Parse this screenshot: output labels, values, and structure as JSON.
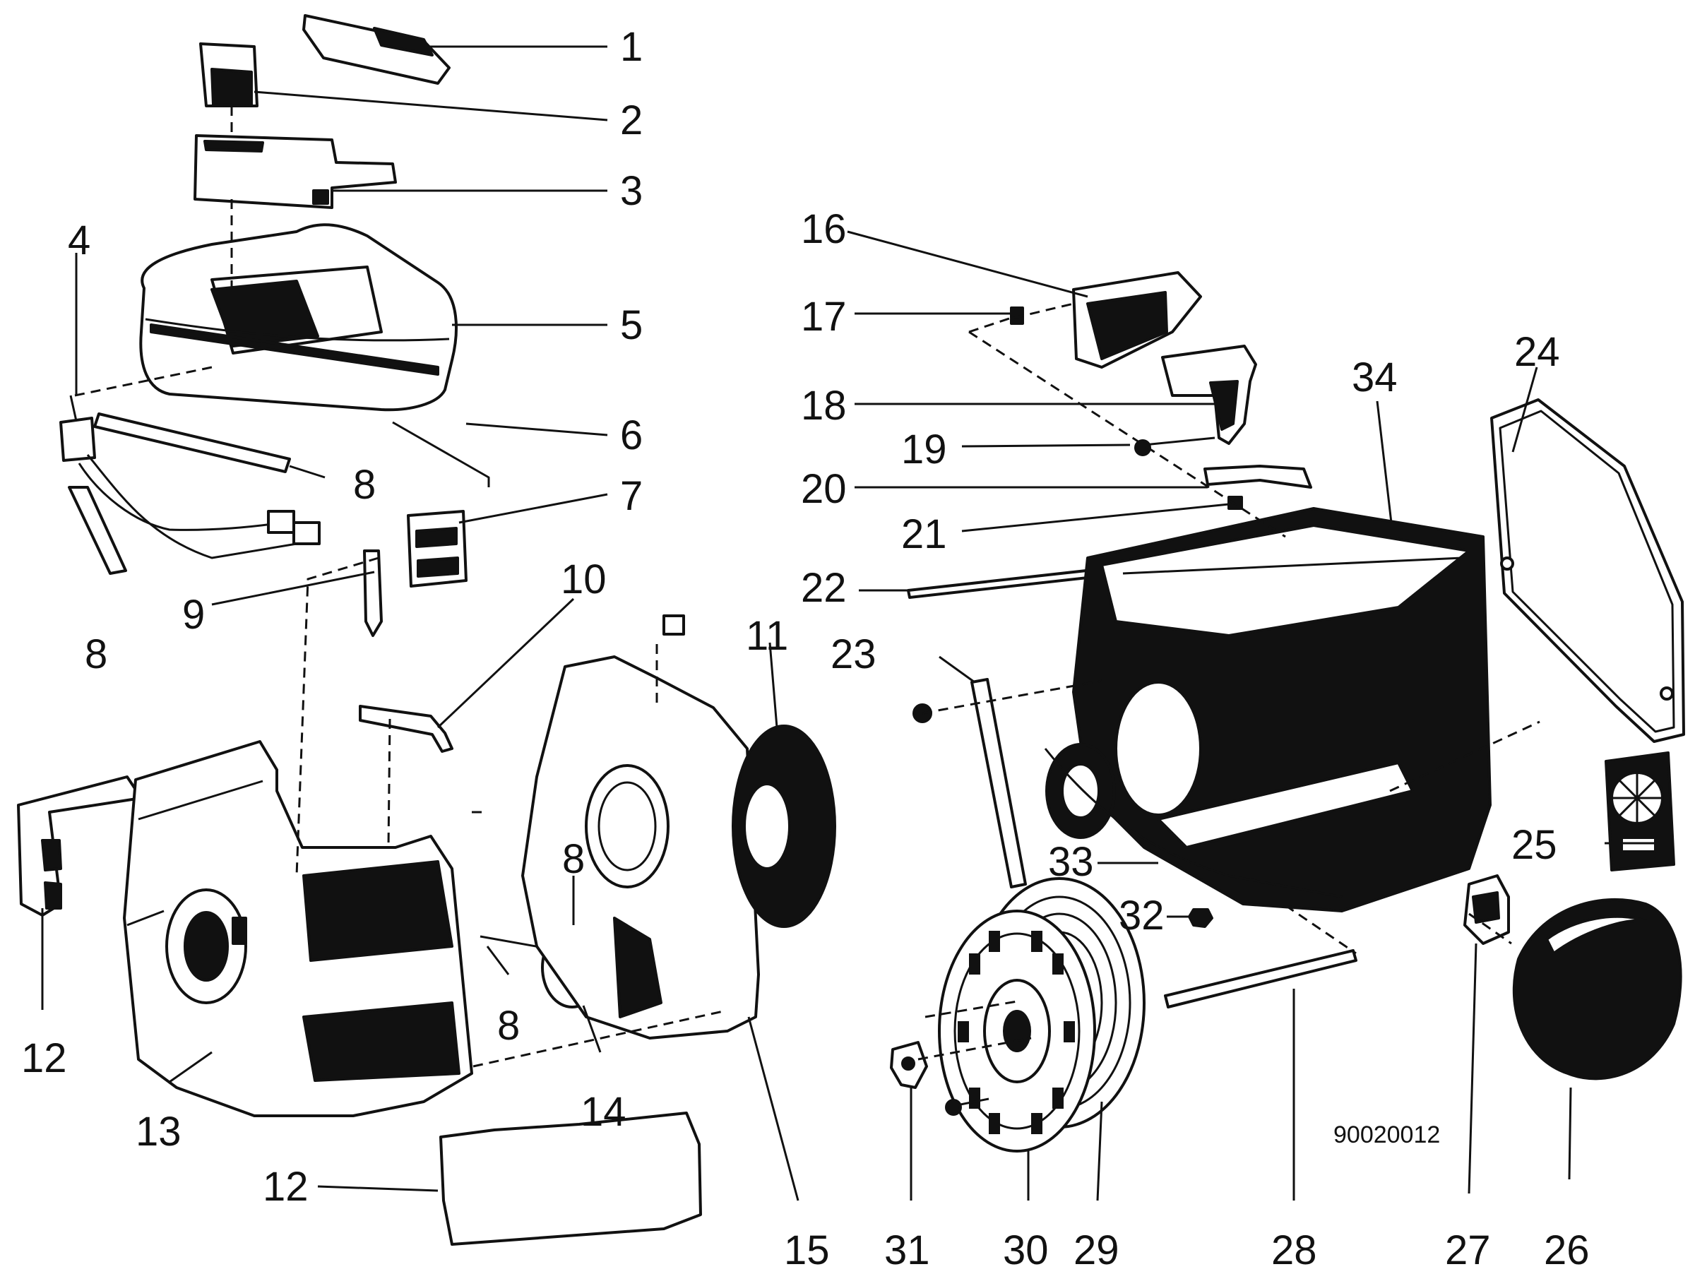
{
  "diagram": {
    "drawing_code": "90020012",
    "callouts": [
      "1",
      "2",
      "3",
      "4",
      "5",
      "6",
      "7",
      "8",
      "9",
      "10",
      "11",
      "12",
      "13",
      "14",
      "15",
      "16",
      "17",
      "18",
      "19",
      "20",
      "21",
      "22",
      "23",
      "24",
      "25",
      "26",
      "27",
      "28",
      "29",
      "30",
      "31",
      "32",
      "33",
      "34"
    ],
    "extra_callouts": {
      "eight": "8",
      "twelve": "12"
    }
  }
}
